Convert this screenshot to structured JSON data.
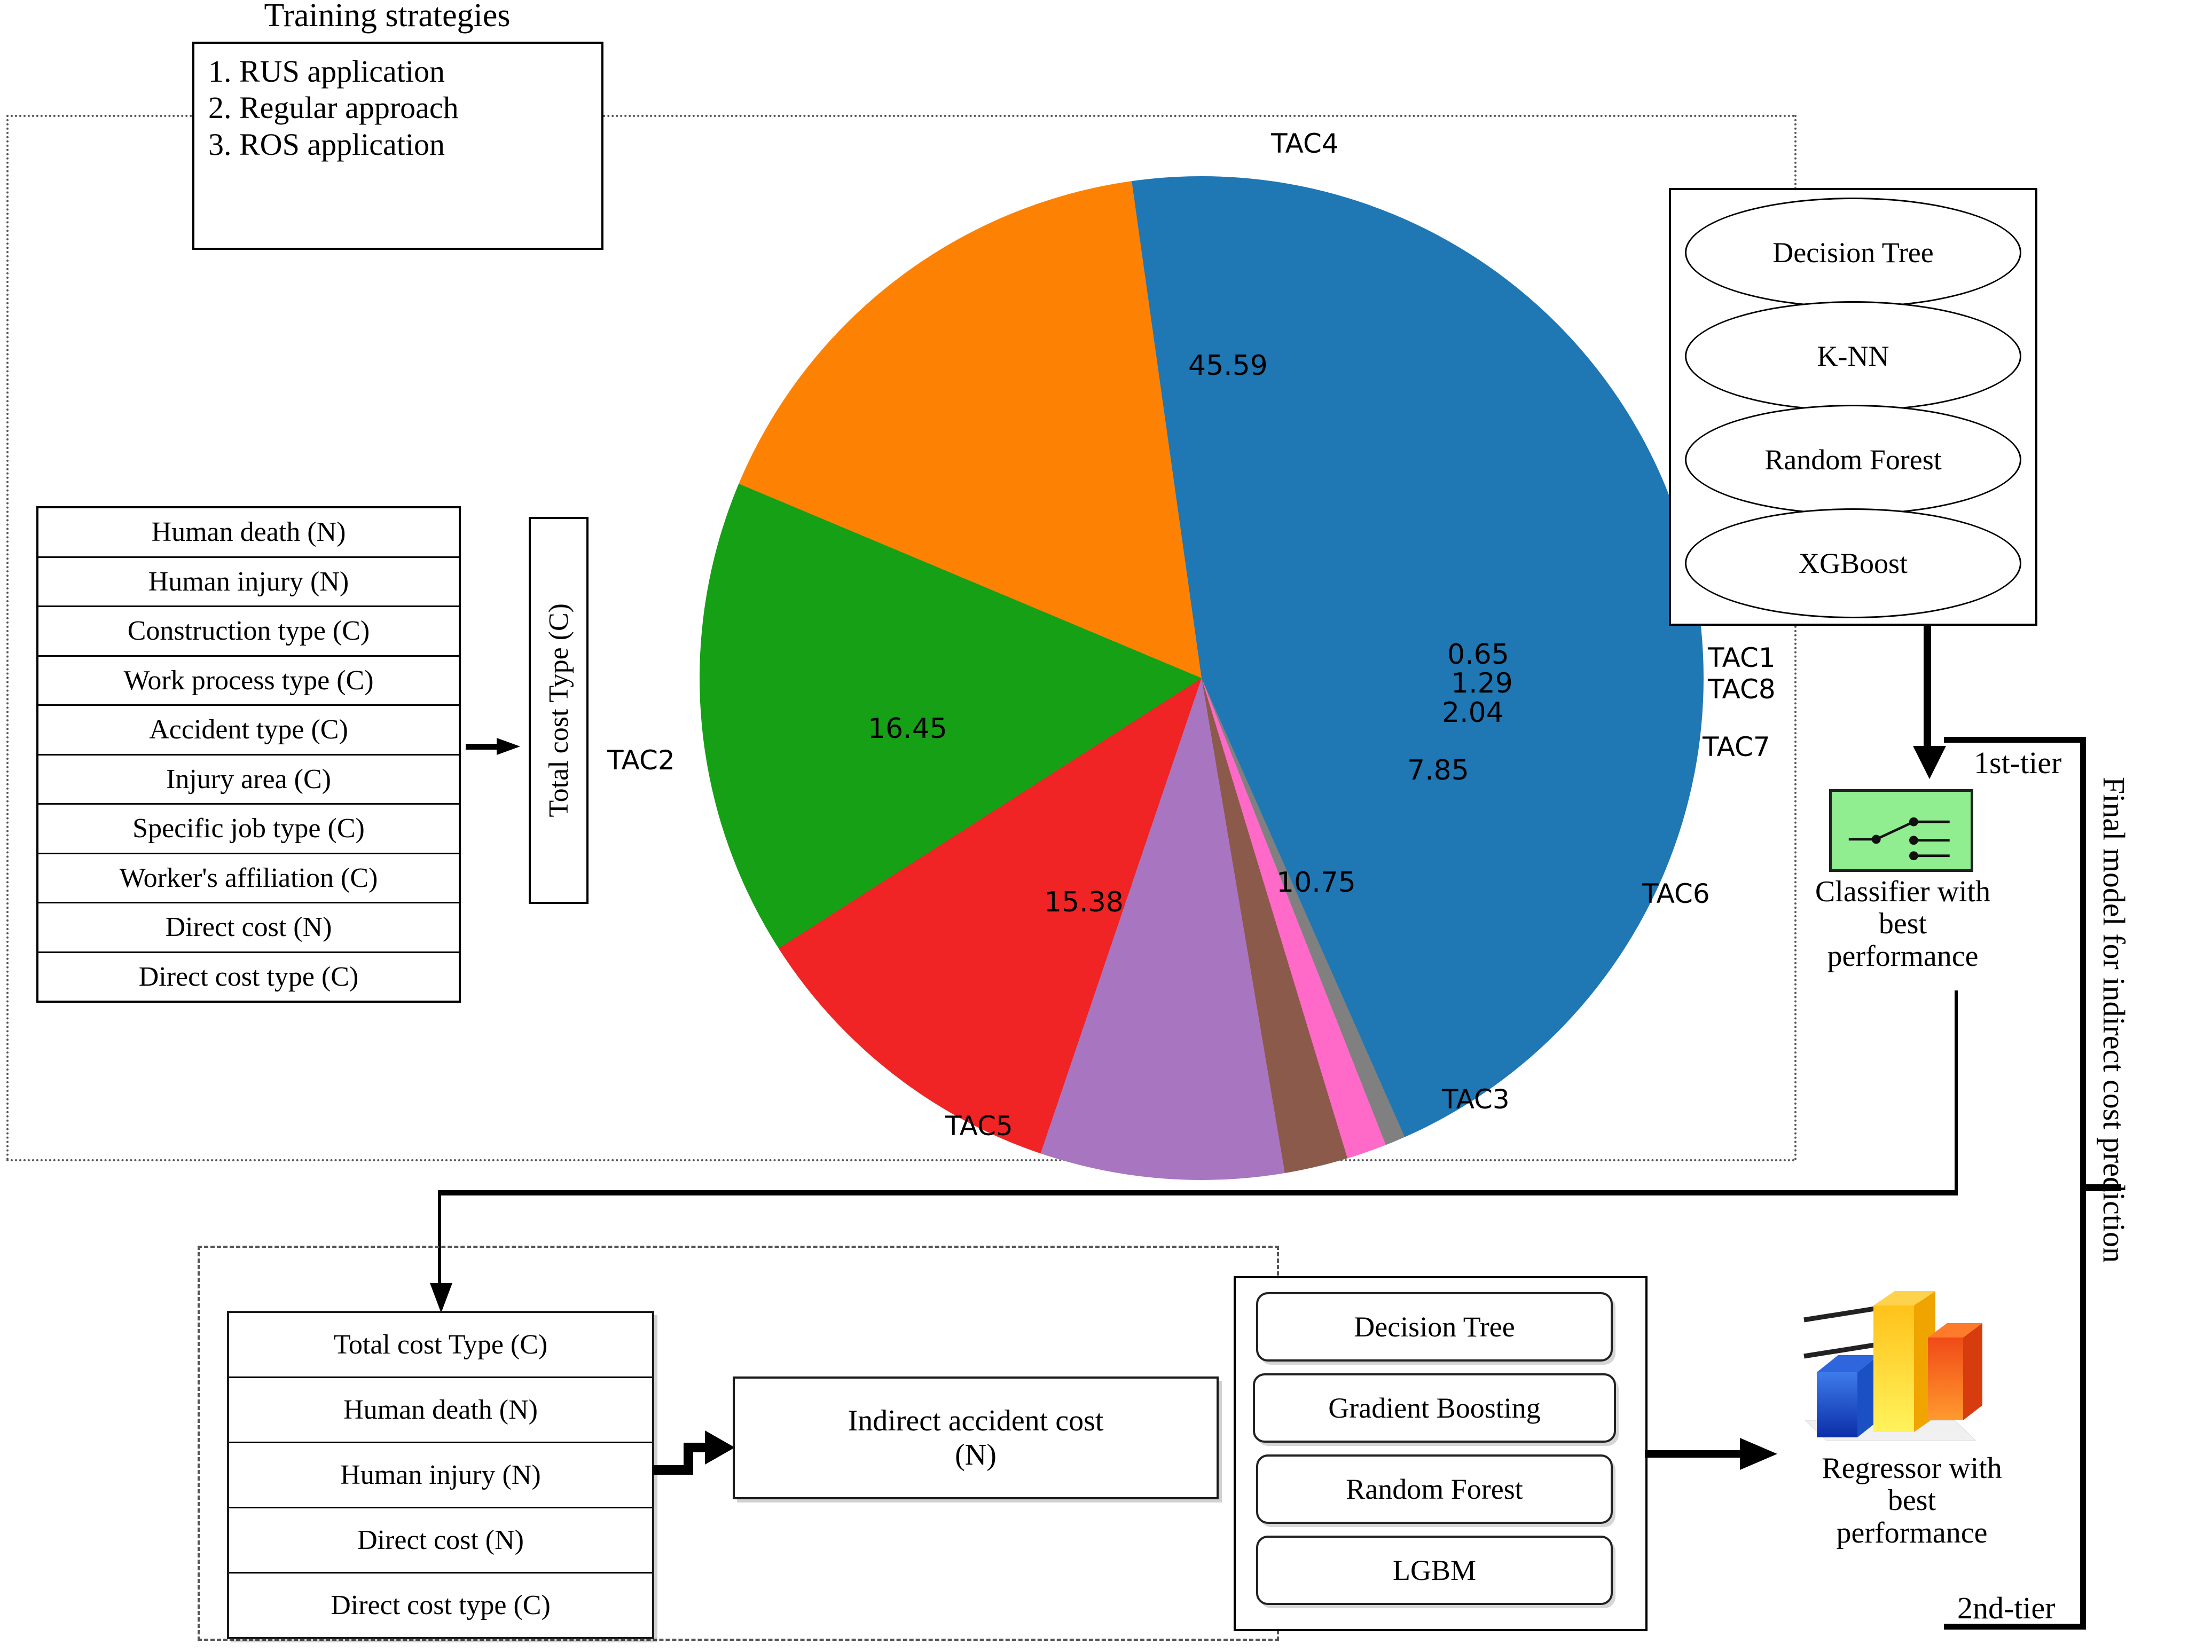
{
  "training_strategies": {
    "title": "Training strategies",
    "items": [
      "1. RUS application",
      "2. Regular approach",
      "3. ROS application"
    ]
  },
  "input_features": {
    "items": [
      "Human death (N)",
      "Human injury (N)",
      "Construction type (C)",
      "Work process type (C)",
      "Accident type (C)",
      "Injury area (C)",
      "Specific job type (C)",
      "Worker's affiliation (C)",
      "Direct cost (N)",
      "Direct cost type (C)"
    ]
  },
  "target": {
    "label": "Total cost Type (C)"
  },
  "chart_data": {
    "type": "pie",
    "title": "",
    "labels": [
      "TAC4",
      "TAC1",
      "TAC8",
      "TAC7",
      "TAC6",
      "TAC3",
      "TAC5",
      "TAC2"
    ],
    "values": [
      45.59,
      0.65,
      1.29,
      2.04,
      7.85,
      10.75,
      15.38,
      16.45
    ],
    "value_labels": [
      "45.59",
      "0.65",
      "1.29",
      "2.04",
      "7.85",
      "10.75",
      "15.38",
      "16.45"
    ],
    "colors": [
      "#1f77b4",
      "#7f7f7f",
      "#ff69d2",
      "#8c564b",
      "#a濃"
    ],
    "slice_colors": [
      "#1f77b4",
      "#7f7f7f",
      "#ff69d2",
      "#8c564b",
      "#a governor"
    ],
    "palette": [
      "#1f77b4",
      "#808080",
      "#ff69c8",
      "#8c5a4b",
      "#a875c0",
      "#f02424",
      "#15a015",
      "#fd8204"
    ],
    "legend": "none",
    "start_angle_deg": -8,
    "direction": "clockwise"
  },
  "classifiers": {
    "items": [
      "Decision Tree",
      "K-NN",
      "Random Forest",
      "XGBoost"
    ]
  },
  "regressors": {
    "items": [
      "Decision Tree",
      "Gradient Boosting",
      "Random Forest",
      "LGBM"
    ]
  },
  "tier1": {
    "tier_label": "1st-tier",
    "caption_line1": "Classifier with",
    "caption_line2": "best",
    "caption_line3": "performance"
  },
  "tier2": {
    "tier_label": "2nd-tier",
    "caption_line1": "Regressor with",
    "caption_line2": "best",
    "caption_line3": "performance"
  },
  "second_stage_features": {
    "items": [
      "Total cost Type (C)",
      "Human death (N)",
      "Human injury (N)",
      "Direct cost (N)",
      "Direct cost type (C)"
    ]
  },
  "second_stage_target": {
    "line1": "Indirect accident cost",
    "line2": "(N)"
  },
  "final_model": {
    "label": "Final model for indirect cost prediction"
  },
  "colors": {
    "classifier_icon_fill": "#90ee90",
    "region_border": "#555555"
  }
}
